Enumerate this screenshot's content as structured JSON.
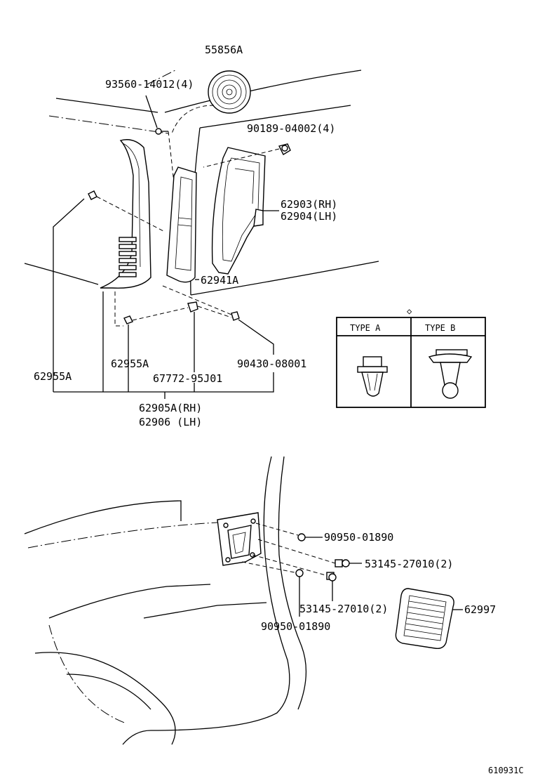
{
  "parts": {
    "grille_top": "55856A",
    "screw": "93560-14012(4)",
    "clip_top": "90189-04002(4)",
    "duct_rh": "62903(RH)",
    "duct_lh": "62904(LH)",
    "seal": "62941A",
    "clip_right": "90430-08001",
    "clip_mid": "62955A",
    "clip_left": "62955A",
    "fastener": "67772-95J01",
    "panel_rh": "62905A(RH)",
    "panel_lh": "62906 (LH)",
    "plug_top": "90950-01890",
    "bolt_top": "53145-27010(2)",
    "bolt_bottom": "53145-27010(2)",
    "plug_bottom": "90950-01890",
    "vent_cover": "62997"
  },
  "clip_table": {
    "symbol": "◇",
    "type_a": "TYPE A",
    "type_b": "TYPE B"
  },
  "catalog_code": "610931C"
}
